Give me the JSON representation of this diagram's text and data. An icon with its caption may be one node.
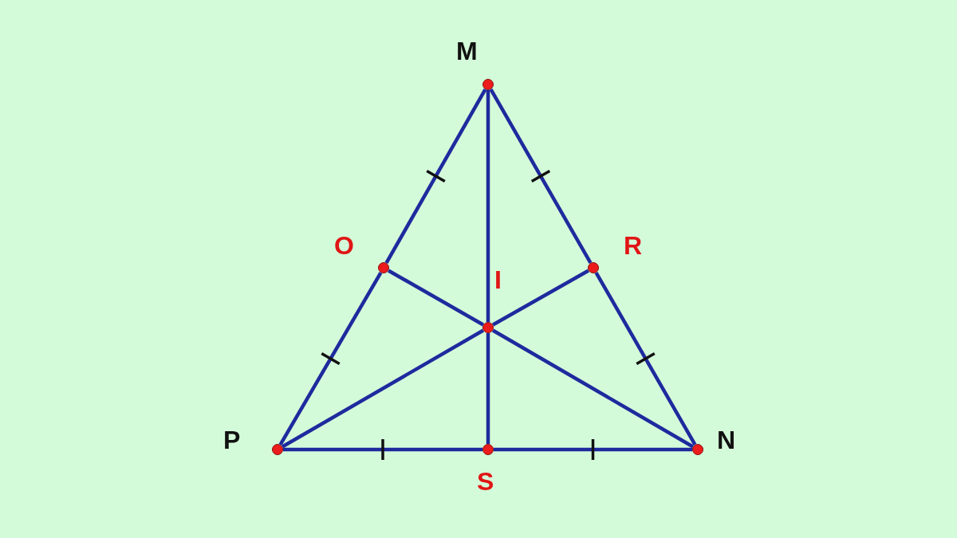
{
  "diagram": {
    "nodes": [
      {
        "text": [
          "M"
        ]
      },
      {
        "text": [
          "O"
        ]
      },
      {
        "text": [
          "R"
        ]
      },
      {
        "text": [
          "I"
        ]
      },
      {
        "text": [
          "P"
        ]
      },
      {
        "text": [
          "S"
        ]
      },
      {
        "text": [
          "N"
        ]
      }
    ],
    "edges": [
      {
        "from": 0,
        "to": 1,
        "arrow": "none"
      },
      {
        "from": 1,
        "to": 4,
        "arrow": "none"
      },
      {
        "from": 0,
        "to": 2,
        "arrow": "none"
      },
      {
        "from": 2,
        "to": 6,
        "arrow": "none"
      },
      {
        "from": 4,
        "to": 5,
        "arrow": "none"
      },
      {
        "from": 5,
        "to": 6,
        "arrow": "none"
      },
      {
        "from": 0,
        "to": 3,
        "arrow": "none"
      },
      {
        "from": 3,
        "to": 5,
        "arrow": "none"
      },
      {
        "from": 1,
        "to": 3,
        "arrow": "none"
      },
      {
        "from": 3,
        "to": 6,
        "arrow": "none"
      },
      {
        "from": 4,
        "to": 3,
        "arrow": "none"
      },
      {
        "from": 3,
        "to": 2,
        "arrow": "none"
      }
    ]
  }
}
